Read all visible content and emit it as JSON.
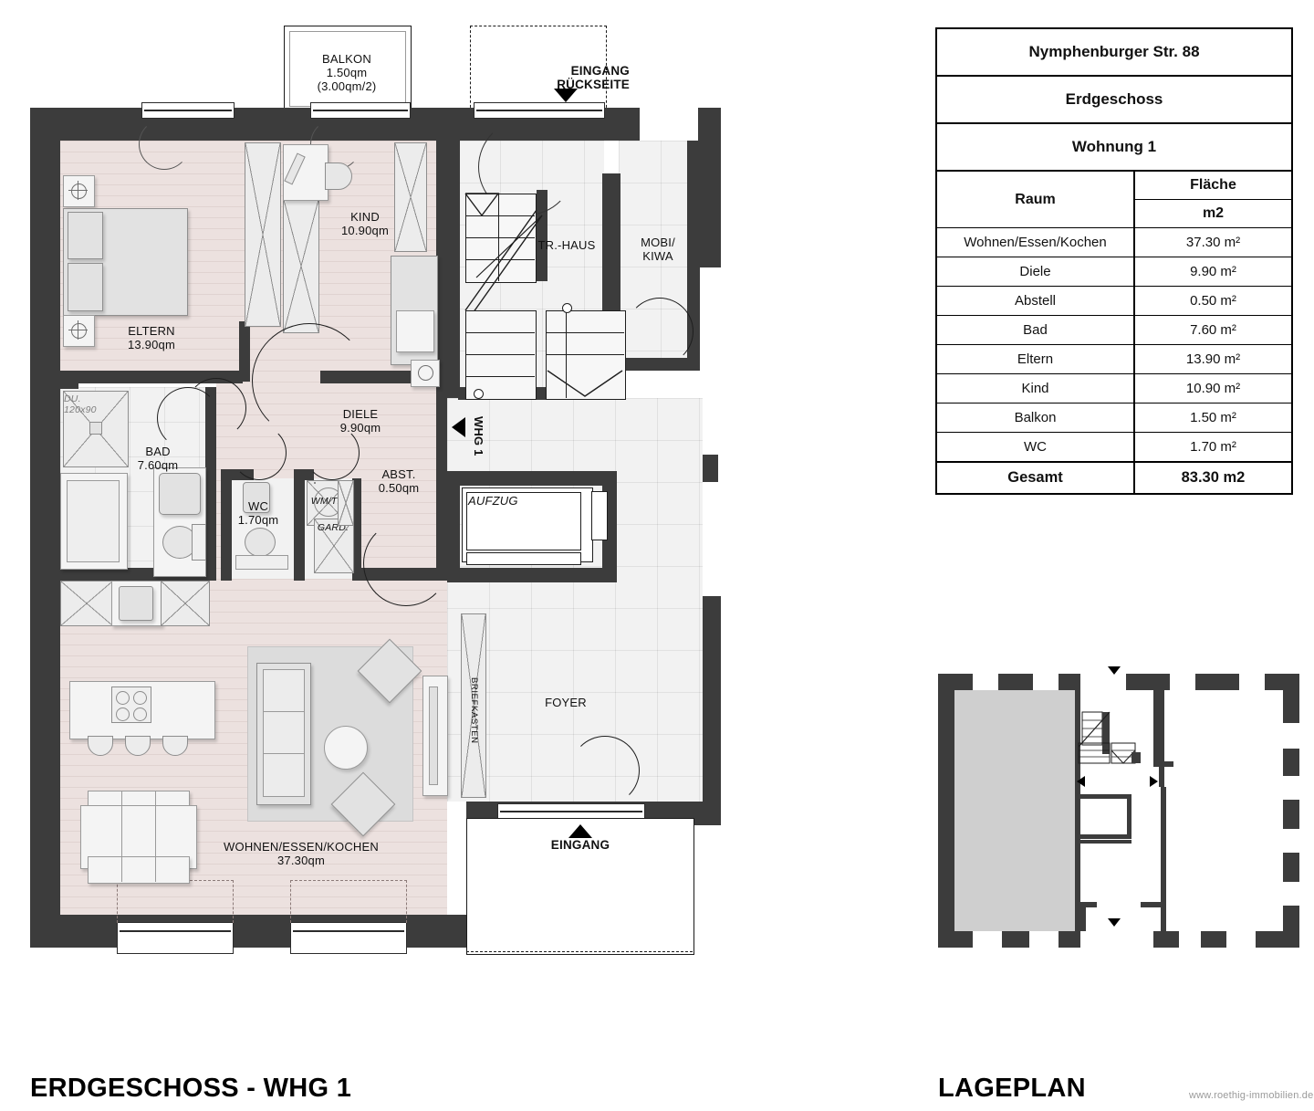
{
  "info_table": {
    "address": "Nymphenburger Str. 88",
    "floor": "Erdgeschoss",
    "unit": "Wohnung 1",
    "header_room": "Raum",
    "header_area": "Fläche",
    "header_unit": "m2",
    "rows": [
      {
        "room": "Wohnen/Essen/Kochen",
        "area": "37.30 m²"
      },
      {
        "room": "Diele",
        "area": "9.90 m²"
      },
      {
        "room": "Abstell",
        "area": "0.50 m²"
      },
      {
        "room": "Bad",
        "area": "7.60 m²"
      },
      {
        "room": "Eltern",
        "area": "13.90 m²"
      },
      {
        "room": "Kind",
        "area": "10.90 m²"
      },
      {
        "room": "Balkon",
        "area": "1.50 m²"
      },
      {
        "room": "WC",
        "area": "1.70 m²"
      }
    ],
    "total_label": "Gesamt",
    "total_area": "83.30 m2"
  },
  "floorplan": {
    "rooms": {
      "balkon": {
        "name": "BALKON",
        "size": "1.50qm",
        "note": "(3.00qm/2)"
      },
      "kind": {
        "name": "KIND",
        "size": "10.90qm"
      },
      "eltern": {
        "name": "ELTERN",
        "size": "13.90qm"
      },
      "diele": {
        "name": "DIELE",
        "size": "9.90qm"
      },
      "bad": {
        "name": "BAD",
        "size": "7.60qm"
      },
      "wc": {
        "name": "WC",
        "size": "1.70qm"
      },
      "abst": {
        "name": "ABST.",
        "size": "0.50qm"
      },
      "wohnen": {
        "name": "WOHNEN/ESSEN/KOCHEN",
        "size": "37.30qm"
      },
      "trhaus": {
        "name": "TR.-HAUS"
      },
      "mobikiwa": {
        "name": "MOBI/\nKIWA",
        "line1": "MOBI/",
        "line2": "KIWA"
      },
      "foyer": {
        "name": "FOYER"
      },
      "aufzug": {
        "name": "AUFZUG"
      }
    },
    "annotations": {
      "eingang_rueckseite_l1": "EINGANG",
      "eingang_rueckseite_l2": "RÜCKSEITE",
      "eingang": "EINGANG",
      "whg_marker": "WHG 1",
      "briefkasten": "BRIEFKASTEN",
      "dusche": "DU.",
      "dusche_size": "120x90",
      "waschmaschine": "WM/TR",
      "garderobe": "GARD."
    }
  },
  "captions": {
    "floorplan_title": "ERDGESCHOSS - WHG 1",
    "siteplan_title": "LAGEPLAN",
    "watermark": "www.roethig-immobilien.de"
  },
  "colors": {
    "wall": "#3c3c3c",
    "living_floor": "#ece1df",
    "common_floor": "#f2f2f2",
    "furniture": "#e2e2e2",
    "siteplan_fill": "#cfcfcf"
  }
}
